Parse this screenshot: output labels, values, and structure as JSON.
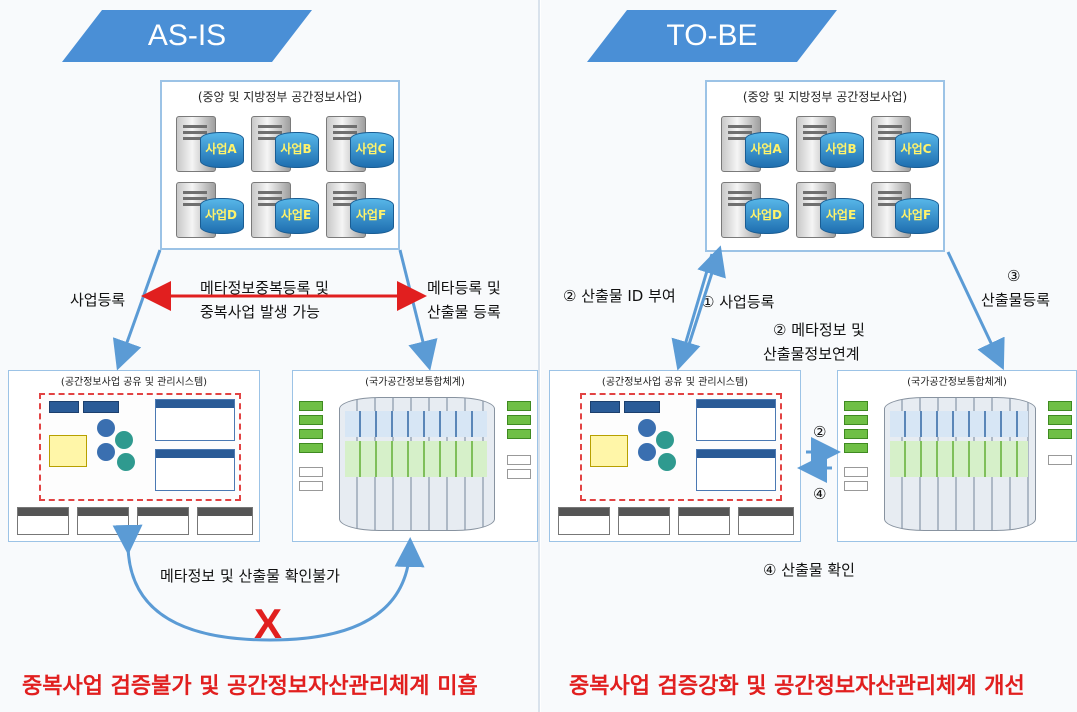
{
  "left_panel": {
    "banner": "AS-IS",
    "top_box_title": "(중앙 및 지방정부 공간정보사업)",
    "servers": [
      "사업A",
      "사업B",
      "사업C",
      "사업D",
      "사업E",
      "사업F"
    ],
    "label_register": "사업등록",
    "label_duplicate": [
      "메타정보중복등록 및",
      "중복사업 발생 가능"
    ],
    "label_meta": [
      "메타등록 및",
      "산출물 등록"
    ],
    "system_box_title": "(공간정보사업 공유 및 관리시스템)",
    "national_box_title": "(국가공간정보통합체계)",
    "label_unconfirmable": "메타정보 및 산출물 확인불가",
    "x_mark": "X",
    "bottom_title": "중복사업 검증불가 및 공간정보자산관리체계 미흡"
  },
  "right_panel": {
    "banner": "TO-BE",
    "top_box_title": "(중앙 및 지방정부 공간정보사업)",
    "servers": [
      "사업A",
      "사업B",
      "사업C",
      "사업D",
      "사업E",
      "사업F"
    ],
    "label_id_assign": "② 산출물 ID 부여",
    "label_register": "① 사업등록",
    "label_output_register": [
      "③",
      "산출물등록"
    ],
    "label_link": [
      "② 메타정보 및",
      "산출물정보연계"
    ],
    "system_box_title": "(공간정보사업 공유 및 관리시스템)",
    "national_box_title": "(국가공간정보통합체계)",
    "arrow_num_top": "②",
    "arrow_num_bottom": "④",
    "label_confirm": "④ 산출물 확인",
    "bottom_title": "중복사업 검증강화 및 공간정보자산관리체계 개선"
  },
  "colors": {
    "banner": "#4a8fd6",
    "arrow": "#5b9bd5",
    "red": "#e11f1f",
    "box_border": "#9cc3e6"
  }
}
